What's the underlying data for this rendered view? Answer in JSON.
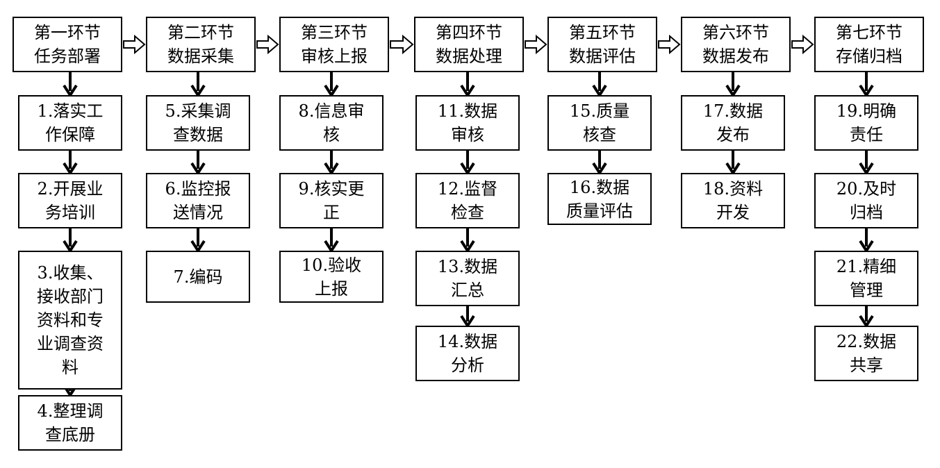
{
  "stages": [
    {
      "title": "第一环节\n任务部署",
      "steps": [
        "1.落实工\n作保障",
        "2.开展业\n务培训",
        "3.收集、\n接收部门\n资料和专\n业调查资\n料",
        "4.整理调\n查底册"
      ]
    },
    {
      "title": "第二环节\n数据采集",
      "steps": [
        "5.采集调\n查数据",
        "6.监控报\n送情况",
        "7.编码"
      ]
    },
    {
      "title": "第三环节\n审核上报",
      "steps": [
        "8.信息审\n核",
        "9.核实更\n正",
        "10.验收\n上报"
      ]
    },
    {
      "title": "第四环节\n数据处理",
      "steps": [
        "11.数据\n审核",
        "12.监督\n检查",
        "13.数据\n汇总",
        "14.数据\n分析"
      ]
    },
    {
      "title": "第五环节\n数据评估",
      "steps": [
        "15.质量\n核查",
        "16.数据\n质量评估"
      ]
    },
    {
      "title": "第六环节\n数据发布",
      "steps": [
        "17.数据\n发布",
        "18.资料\n开发"
      ]
    },
    {
      "title": "第七环节\n存储归档",
      "steps": [
        "19.明确\n责任",
        "20.及时\n归档",
        "21.精细\n管理",
        "22.数据\n共享"
      ]
    }
  ]
}
